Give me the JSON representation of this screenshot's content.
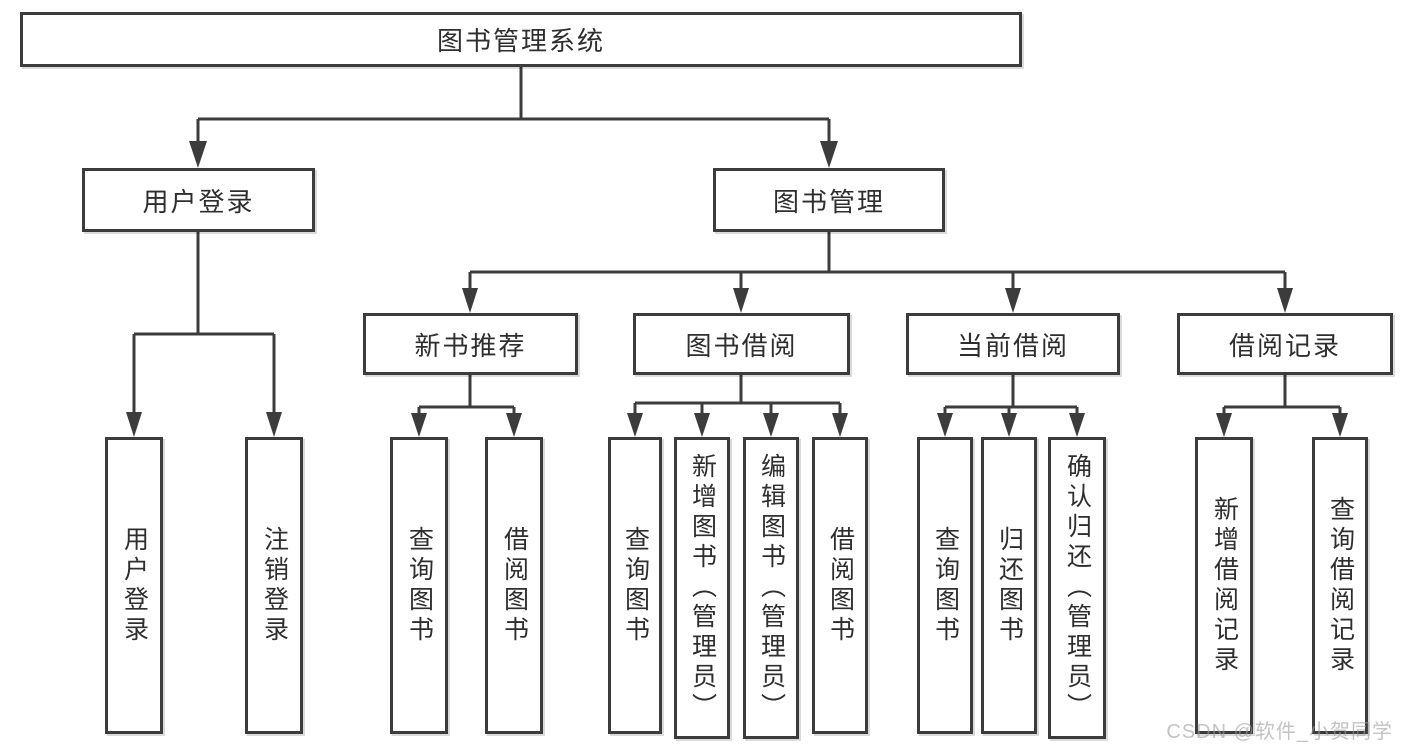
{
  "nodes": {
    "root": "图书管理系统",
    "user_login": "用户登录",
    "book_mgmt": "图书管理",
    "new_books": "新书推荐",
    "book_borrow": "图书借阅",
    "current_borrow": "当前借阅",
    "borrow_records": "借阅记录"
  },
  "leaves": {
    "user_login": "用户登录",
    "logout": "注销登录",
    "nb_query_books": "查询图书",
    "nb_borrow_books": "借阅图书",
    "bb_query_books": "查询图书",
    "bb_add_books": "新增图书（管理员）",
    "bb_edit_books": "编辑图书（管理员）",
    "bb_borrow_books": "借阅图书",
    "cb_query_books": "查询图书",
    "cb_return_books": "归还图书",
    "cb_confirm_return": "确认归还（管理员）",
    "br_add_record": "新增借阅记录",
    "br_query_record": "查询借阅记录"
  },
  "watermark": "CSDN @软件_小贺同学",
  "colors": {
    "line": "#3c3c3c",
    "box_border": "#3c3c3c",
    "text": "#2e2e2e",
    "watermark_gray": "#c8c8c8"
  }
}
